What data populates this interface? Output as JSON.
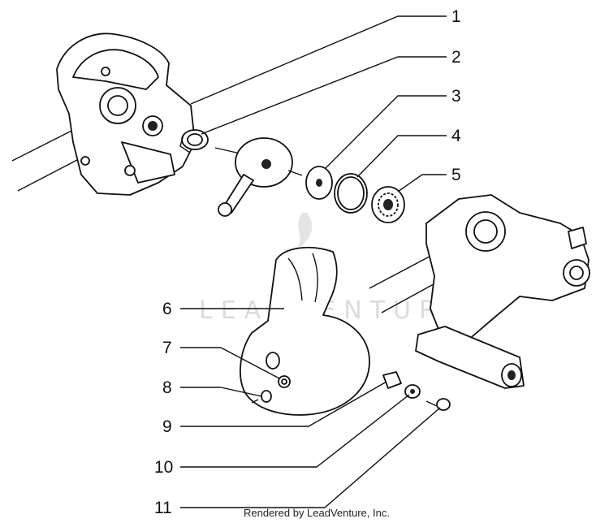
{
  "callouts": [
    {
      "number": "1",
      "part": "left-crankcase-half"
    },
    {
      "number": "2",
      "part": "roller-bearing"
    },
    {
      "number": "3",
      "part": "crankshaft-washer"
    },
    {
      "number": "4",
      "part": "o-ring"
    },
    {
      "number": "5",
      "part": "ball-bearing"
    },
    {
      "number": "6",
      "part": "engine-cowling"
    },
    {
      "number": "7",
      "part": "cowling-rubber-grommet"
    },
    {
      "number": "8",
      "part": "cowling-bolt"
    },
    {
      "number": "9",
      "part": "spacer-plate"
    },
    {
      "number": "10",
      "part": "washer"
    },
    {
      "number": "11",
      "part": "screw"
    }
  ],
  "watermark": "LEADVENTURE",
  "credit": "Rendered by LeadVenture, Inc."
}
